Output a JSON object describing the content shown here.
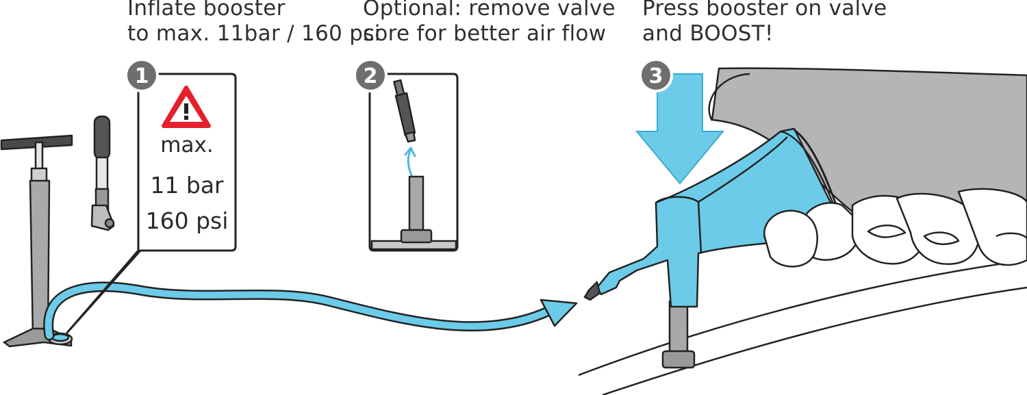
{
  "steps": [
    {
      "number": "1",
      "caption_lines": [
        "Inflate booster",
        "to max. 11bar / 160 psi"
      ],
      "callout_lines": [
        "max.",
        "11 bar",
        "160 psi"
      ]
    },
    {
      "number": "2",
      "caption_lines": [
        "Optional: remove valve",
        "core for better air flow"
      ]
    },
    {
      "number": "3",
      "caption_lines": [
        "Press booster on valve",
        "and BOOST!"
      ]
    }
  ],
  "colors": {
    "accent_blue": "#6ccbe8",
    "outline": "#222222",
    "badge_gray": "#6e6e6e",
    "warning_red": "#e3202b",
    "glove_gray": "#b5b5b5"
  }
}
